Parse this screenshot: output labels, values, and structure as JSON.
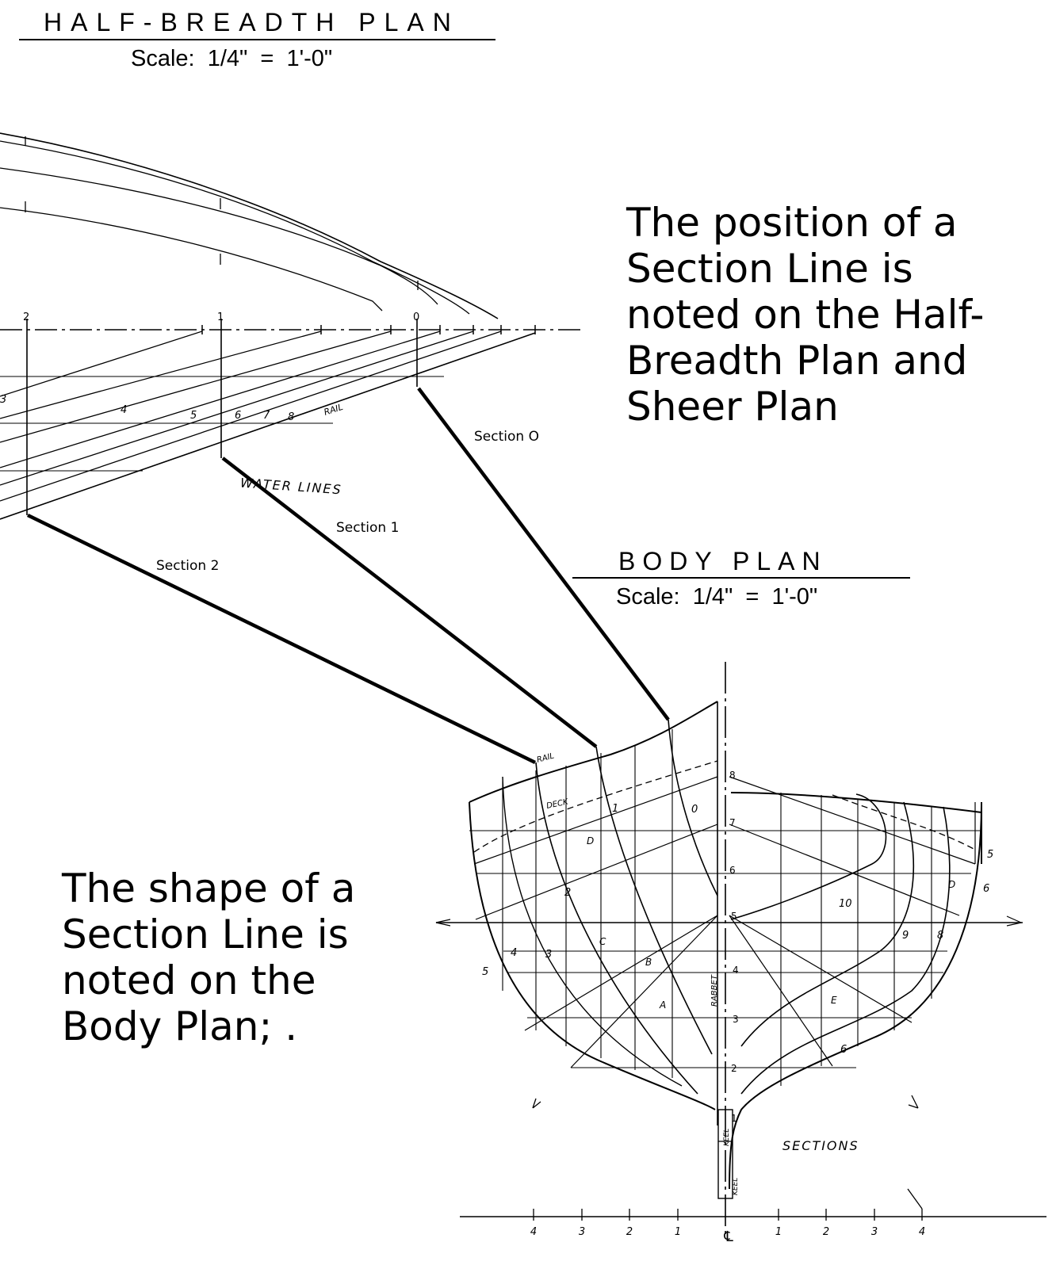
{
  "half_breadth": {
    "title": "HALF-BREADTH   PLAN",
    "scale": "Scale:  1/4\"  =  1'-0\"",
    "station_numbers": [
      "2",
      "1",
      "0"
    ],
    "line_numbers": [
      "3",
      "4",
      "5",
      "6",
      "7",
      "8"
    ],
    "rail_label": "RAIL",
    "water_lines_label": "WATER LINES"
  },
  "body_plan": {
    "title": "BODY   PLAN",
    "scale": "Scale:  1/4\"  =  1'-0\"",
    "sections_label": "SECTIONS",
    "rail_label": "RAIL",
    "deck_label": "DECK",
    "rabbet_label": "RABBET",
    "keel_label": "KEEL",
    "waterline_numbers": [
      "8",
      "7",
      "6",
      "5",
      "4",
      "3",
      "2",
      "1"
    ],
    "section_numbers_left": [
      "0",
      "1",
      "2",
      "3",
      "4",
      "5"
    ],
    "section_numbers_right": [
      "10",
      "9",
      "8",
      "6",
      "5",
      "6"
    ],
    "diagonal_letters": [
      "D",
      "C",
      "B",
      "A",
      "D",
      "E"
    ],
    "baseline_numbers": [
      "4",
      "3",
      "2",
      "1",
      "℄",
      "1",
      "2",
      "3",
      "4"
    ]
  },
  "callouts": {
    "section_0": "Section O",
    "section_1": "Section 1",
    "section_2": "Section 2"
  },
  "notes": {
    "right": "The position of a Section Line is noted on the Half-Breadth Plan and Sheer Plan",
    "left": "The shape of a Section Line is noted on the Body Plan; ."
  }
}
